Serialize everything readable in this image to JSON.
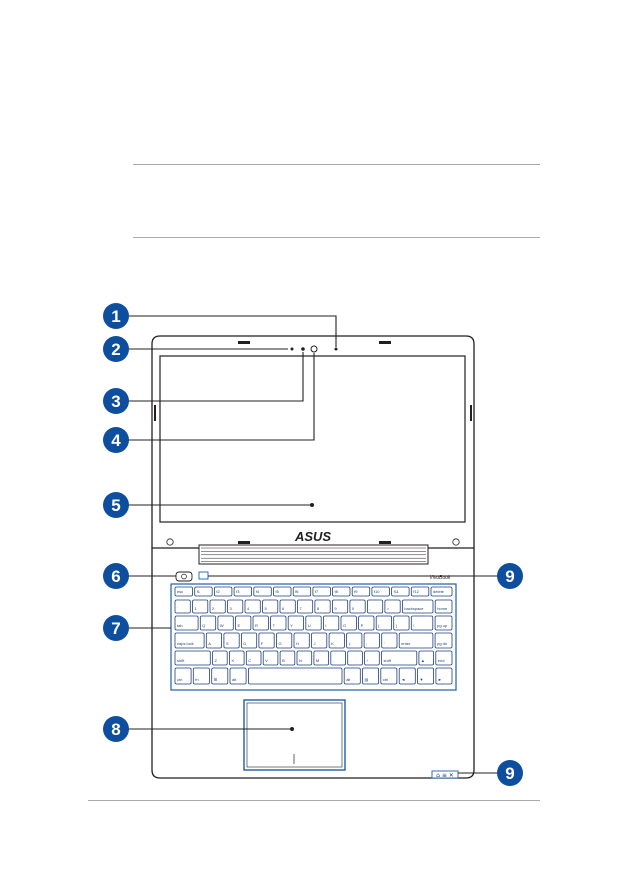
{
  "callouts": {
    "c1": "1",
    "c2": "2",
    "c3": "3",
    "c4": "4",
    "c5": "5",
    "c6": "6",
    "c7": "7",
    "c8": "8",
    "c9a": "9",
    "c9b": "9"
  },
  "laptop": {
    "brand_logo": "ASUS",
    "model_badge": "VivoBook"
  },
  "keyboard": {
    "row0": [
      "esc",
      "f1",
      "f2",
      "f3",
      "f4",
      "f5",
      "f6",
      "f7",
      "f8",
      "f9",
      "f10",
      "f11",
      "f12",
      "delete"
    ],
    "row1": [
      "`",
      "1",
      "2",
      "3",
      "4",
      "5",
      "6",
      "7",
      "8",
      "9",
      "0",
      "-",
      "=",
      "backspace",
      "home"
    ],
    "row2": [
      "tab",
      "Q",
      "W",
      "E",
      "R",
      "T",
      "Y",
      "U",
      "I",
      "O",
      "P",
      "[",
      "]",
      "\\",
      "pg up"
    ],
    "row3": [
      "caps lock",
      "A",
      "S",
      "D",
      "F",
      "G",
      "H",
      "J",
      "K",
      "L",
      ";",
      "'",
      "enter",
      "pg dn"
    ],
    "row4": [
      "shift",
      "Z",
      "X",
      "C",
      "V",
      "B",
      "N",
      "M",
      ",",
      ".",
      "/",
      "shift",
      "▲",
      "end"
    ],
    "row5": [
      "ctrl",
      "fn",
      "⊞",
      "alt",
      "",
      "alt",
      "▤",
      "ctrl",
      "◄",
      "▼",
      "►"
    ]
  },
  "colors": {
    "callout_fill": "#0d4f9e",
    "accent_blue": "#1f5fa8",
    "outline": "#231f20",
    "rule": "#a7a9ac"
  }
}
